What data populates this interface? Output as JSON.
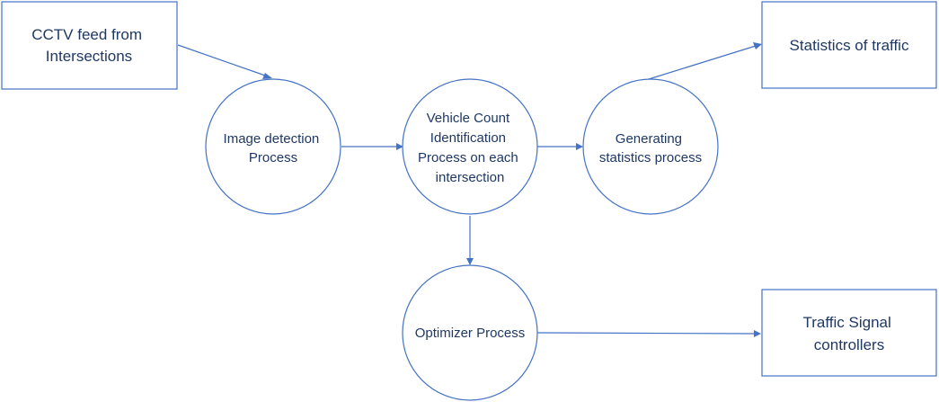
{
  "nodes": {
    "cctv_feed": {
      "shape": "rectangle",
      "lines": [
        "CCTV feed from",
        "Intersections"
      ]
    },
    "image_detection": {
      "shape": "circle",
      "lines": [
        "Image detection",
        "Process"
      ]
    },
    "vehicle_count": {
      "shape": "circle",
      "lines": [
        "Vehicle Count",
        "Identification",
        "Process on each",
        "intersection"
      ]
    },
    "generating_statistics": {
      "shape": "circle",
      "lines": [
        "Generating",
        "statistics process"
      ]
    },
    "statistics_of_traffic": {
      "shape": "rectangle",
      "lines": [
        "Statistics of traffic"
      ]
    },
    "optimizer": {
      "shape": "circle",
      "lines": [
        "Optimizer Process"
      ]
    },
    "traffic_signal_controllers": {
      "shape": "rectangle",
      "lines": [
        "Traffic Signal",
        "controllers"
      ]
    }
  },
  "edges": [
    {
      "from": "cctv_feed",
      "to": "image_detection"
    },
    {
      "from": "image_detection",
      "to": "vehicle_count"
    },
    {
      "from": "vehicle_count",
      "to": "generating_statistics"
    },
    {
      "from": "generating_statistics",
      "to": "statistics_of_traffic"
    },
    {
      "from": "vehicle_count",
      "to": "optimizer"
    },
    {
      "from": "optimizer",
      "to": "traffic_signal_controllers"
    }
  ],
  "colors": {
    "stroke": "#4472c4",
    "text": "#1f3864",
    "background": "#ffffff"
  }
}
